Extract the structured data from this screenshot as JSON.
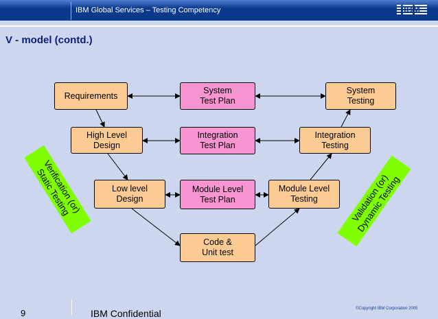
{
  "header": {
    "title": "IBM Global Services – Testing Competency",
    "logo_text": "IBM"
  },
  "slide": {
    "heading": "V - model (contd.)"
  },
  "nodes": {
    "requirements": "Requirements",
    "system_test_plan": "System\nTest Plan",
    "system_testing": "System\nTesting",
    "high_level_design": "High Level\nDesign",
    "integration_test_plan": "Integration\nTest Plan",
    "integration_testing": "Integration\nTesting",
    "low_level_design": "Low level\nDesign",
    "module_level_test_plan": "Module Level\nTest Plan",
    "module_level_testing": "Module Level\nTesting",
    "code_unit_test": "Code &\nUnit test"
  },
  "banners": {
    "verification": "Verification (or)\nStatic Testing",
    "validation": "Validation (or)\nDynamic Testing"
  },
  "footer": {
    "page_number": "9",
    "confidential": "IBM Confidential",
    "copyright": "©Copyright IBM Corporation 2005"
  },
  "colors": {
    "header_blue": "#0b3a8c",
    "background": "#ccd7ef",
    "box_peach": "#fbcb93",
    "box_pink": "#f795d3",
    "banner_green": "#80ff00"
  }
}
